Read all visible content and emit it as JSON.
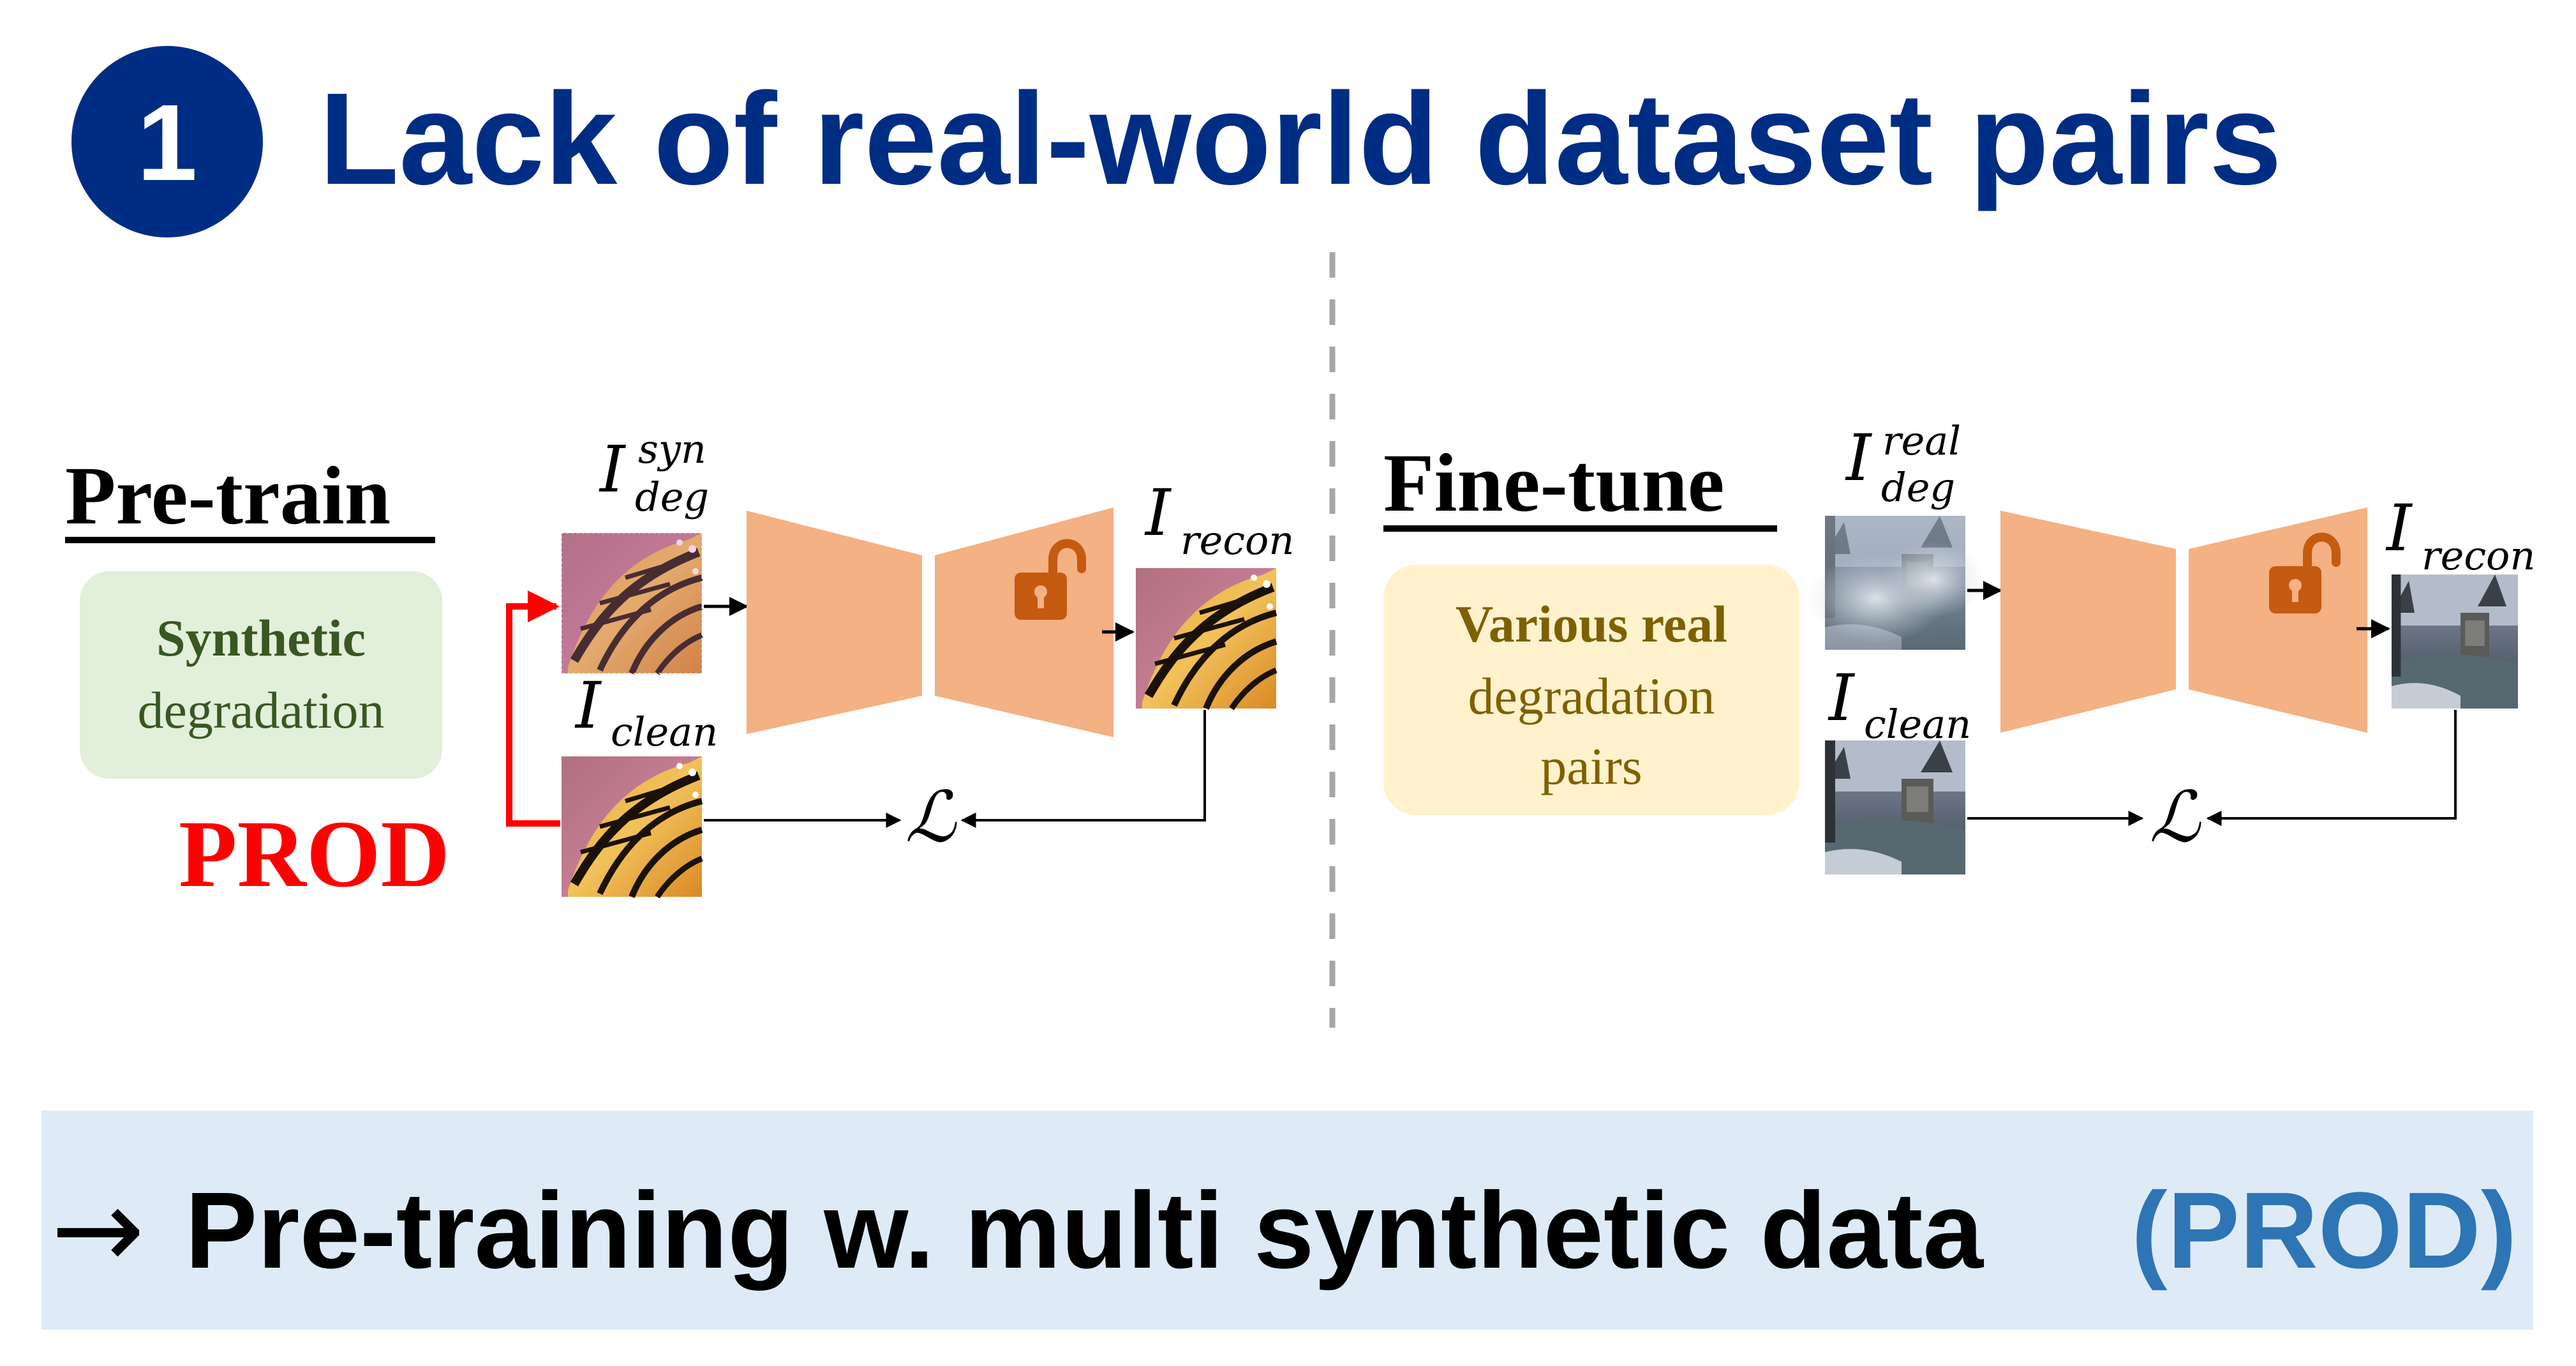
{
  "title": {
    "number": "1",
    "text": "Lack of real-world dataset pairs"
  },
  "pretrain": {
    "heading": "Pre-train",
    "box_line1": "Synthetic",
    "box_line2": "degradation",
    "prod_label": "PROD",
    "deg_main": "I",
    "deg_sup": "syn",
    "deg_sub": "deg",
    "clean_main": "I",
    "clean_sub": "clean",
    "recon_main": "I",
    "recon_sub": "recon",
    "loss": "ℒ"
  },
  "finetune": {
    "heading": "Fine-tune",
    "box_line1": "Various real",
    "box_line2": "degradation",
    "box_line3": "pairs",
    "deg_main": "I",
    "deg_sup": "real",
    "deg_sub": "deg",
    "clean_main": "I",
    "clean_sub": "clean",
    "recon_main": "I",
    "recon_sub": "recon",
    "loss": "ℒ"
  },
  "banner": {
    "arrow": "→",
    "text": "Pre-training w. multi synthetic data",
    "highlight": "(PROD)"
  },
  "colors": {
    "title": "#002D84",
    "network": "#F4B183",
    "lock": "#C55A11",
    "prod": "#FF0000",
    "synthetic_box": "#E2EFDA",
    "synthetic_text": "#385723",
    "real_box": "#FFF2CC",
    "real_text": "#7F6000",
    "banner_bg": "#DEEBF7",
    "highlight": "#2E75B6",
    "divider": "#A6A6A6"
  }
}
